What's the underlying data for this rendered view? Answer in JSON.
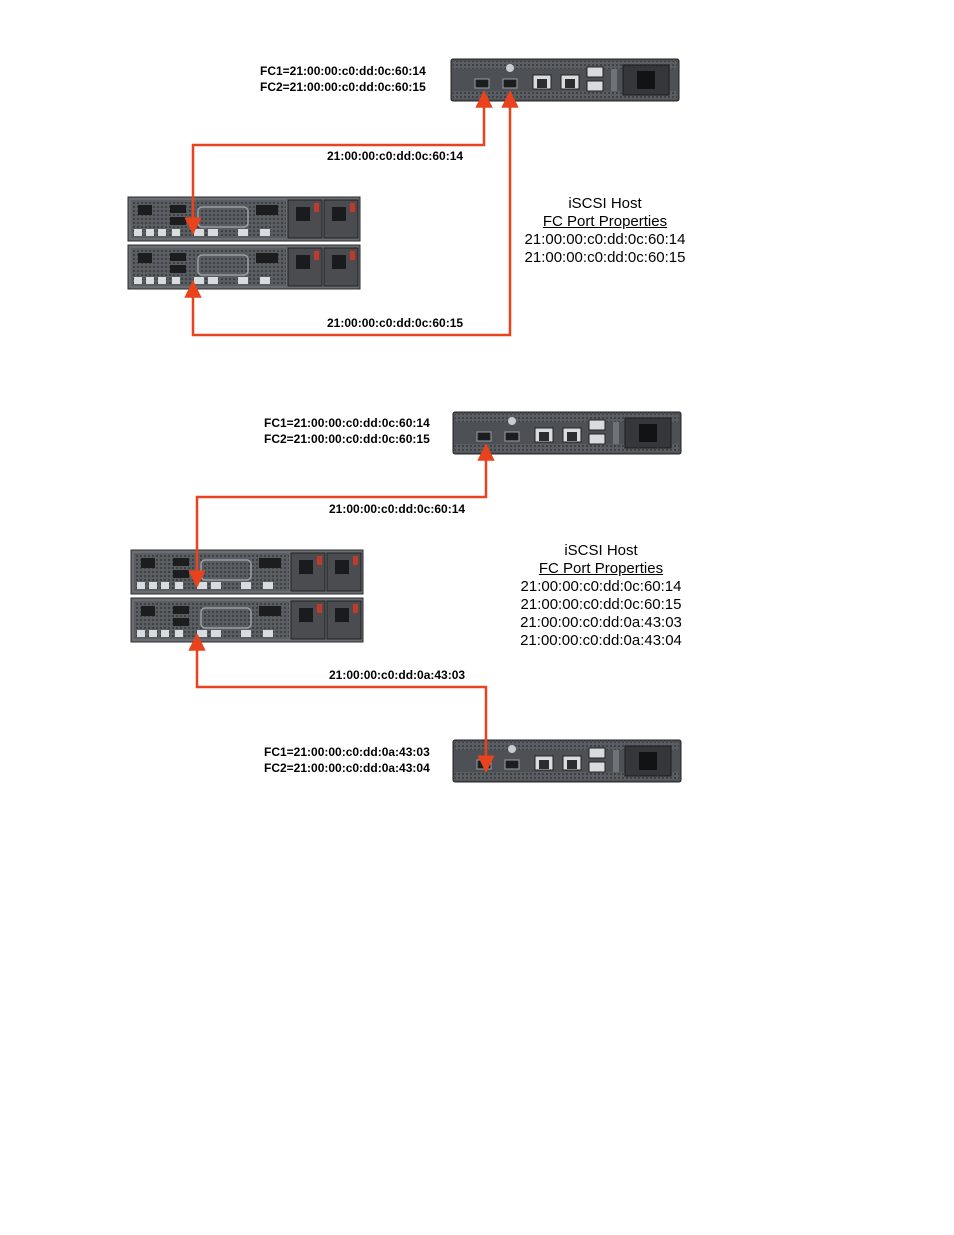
{
  "colors": {
    "link": "#e8431c",
    "device": "#4a4d52",
    "device_dark": "#2b2d30",
    "port": "#8d9196"
  },
  "top_diagram": {
    "router_labels": [
      "FC1=21:00:00:c0:dd:0c:60:14",
      "FC2=21:00:00:c0:dd:0c:60:15"
    ],
    "link_labels": [
      "21:00:00:c0:dd:0c:60:14",
      "21:00:00:c0:dd:0c:60:15"
    ],
    "host_title": "iSCSI Host",
    "host_subtitle": "FC Port Properties",
    "host_wwns": [
      "21:00:00:c0:dd:0c:60:14",
      "21:00:00:c0:dd:0c:60:15"
    ]
  },
  "bottom_diagram": {
    "router1_labels": [
      "FC1=21:00:00:c0:dd:0c:60:14",
      "FC2=21:00:00:c0:dd:0c:60:15"
    ],
    "router2_labels": [
      "FC1=21:00:00:c0:dd:0a:43:03",
      "FC2=21:00:00:c0:dd:0a:43:04"
    ],
    "link_labels": [
      "21:00:00:c0:dd:0c:60:14",
      "21:00:00:c0:dd:0a:43:03"
    ],
    "host_title": "iSCSI Host",
    "host_subtitle": "FC Port Properties",
    "host_wwns": [
      "21:00:00:c0:dd:0c:60:14",
      "21:00:00:c0:dd:0c:60:15",
      "21:00:00:c0:dd:0a:43:03",
      "21:00:00:c0:dd:0a:43:04"
    ]
  }
}
